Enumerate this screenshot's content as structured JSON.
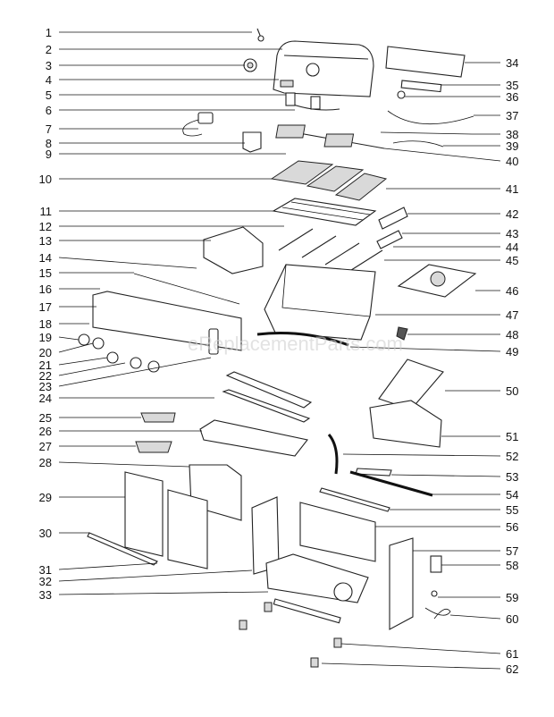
{
  "watermark": "eReplacementParts.com",
  "callouts": [
    {
      "id": "1",
      "side": "left"
    },
    {
      "id": "2",
      "side": "left"
    },
    {
      "id": "3",
      "side": "left"
    },
    {
      "id": "4",
      "side": "left"
    },
    {
      "id": "5",
      "side": "left"
    },
    {
      "id": "6",
      "side": "left"
    },
    {
      "id": "7",
      "side": "left"
    },
    {
      "id": "8",
      "side": "left"
    },
    {
      "id": "9",
      "side": "left"
    },
    {
      "id": "10",
      "side": "left"
    },
    {
      "id": "11",
      "side": "left"
    },
    {
      "id": "12",
      "side": "left"
    },
    {
      "id": "13",
      "side": "left"
    },
    {
      "id": "14",
      "side": "left"
    },
    {
      "id": "15",
      "side": "left"
    },
    {
      "id": "16",
      "side": "left"
    },
    {
      "id": "17",
      "side": "left"
    },
    {
      "id": "18",
      "side": "left"
    },
    {
      "id": "19",
      "side": "left"
    },
    {
      "id": "20",
      "side": "left"
    },
    {
      "id": "21",
      "side": "left"
    },
    {
      "id": "22",
      "side": "left"
    },
    {
      "id": "23",
      "side": "left"
    },
    {
      "id": "24",
      "side": "left"
    },
    {
      "id": "25",
      "side": "left"
    },
    {
      "id": "26",
      "side": "left"
    },
    {
      "id": "27",
      "side": "left"
    },
    {
      "id": "28",
      "side": "left"
    },
    {
      "id": "29",
      "side": "left"
    },
    {
      "id": "30",
      "side": "left"
    },
    {
      "id": "31",
      "side": "left"
    },
    {
      "id": "32",
      "side": "left"
    },
    {
      "id": "33",
      "side": "left"
    },
    {
      "id": "34",
      "side": "right"
    },
    {
      "id": "35",
      "side": "right"
    },
    {
      "id": "36",
      "side": "right"
    },
    {
      "id": "37",
      "side": "right"
    },
    {
      "id": "38",
      "side": "right"
    },
    {
      "id": "39",
      "side": "right"
    },
    {
      "id": "40",
      "side": "right"
    },
    {
      "id": "41",
      "side": "right"
    },
    {
      "id": "42",
      "side": "right"
    },
    {
      "id": "43",
      "side": "right"
    },
    {
      "id": "44",
      "side": "right"
    },
    {
      "id": "45",
      "side": "right"
    },
    {
      "id": "46",
      "side": "right"
    },
    {
      "id": "47",
      "side": "right"
    },
    {
      "id": "48",
      "side": "right"
    },
    {
      "id": "49",
      "side": "right"
    },
    {
      "id": "50",
      "side": "right"
    },
    {
      "id": "51",
      "side": "right"
    },
    {
      "id": "52",
      "side": "right"
    },
    {
      "id": "53",
      "side": "right"
    },
    {
      "id": "54",
      "side": "right"
    },
    {
      "id": "55",
      "side": "right"
    },
    {
      "id": "56",
      "side": "right"
    },
    {
      "id": "57",
      "side": "right"
    },
    {
      "id": "58",
      "side": "right"
    },
    {
      "id": "59",
      "side": "right"
    },
    {
      "id": "60",
      "side": "right"
    },
    {
      "id": "61",
      "side": "right"
    },
    {
      "id": "62",
      "side": "right"
    }
  ]
}
